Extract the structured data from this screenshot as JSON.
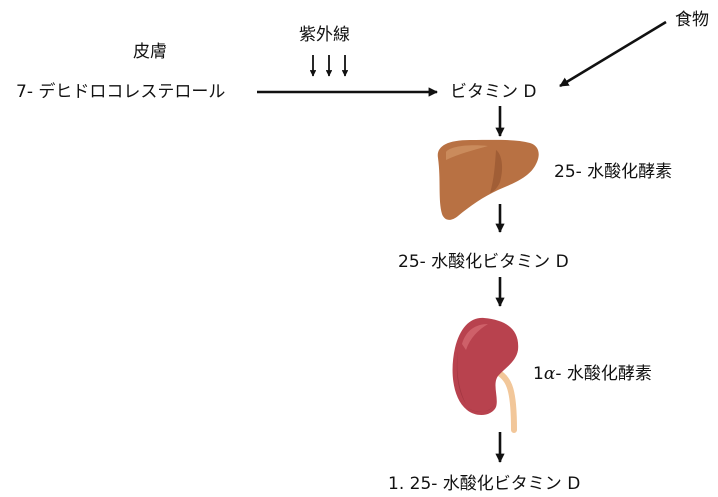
{
  "labels": {
    "skin": "皮膚",
    "uv": "紫外線",
    "food": "食物",
    "precursor": "7- デヒドロコレステロール",
    "vitamin_d": "ビタミン D",
    "liver_enzyme": "25- 水酸化酵素",
    "calcidiol": "25- 水酸化ビタミン D",
    "kidney_enzyme_prefix": "1",
    "kidney_enzyme_alpha": "α",
    "kidney_enzyme_suffix": "- 水酸化酵素",
    "calcitriol": "1. 25- 水酸化ビタミン D"
  },
  "icons": {
    "liver": "liver-icon",
    "kidney": "kidney-icon"
  },
  "colors": {
    "liver_fill": "#B87143",
    "liver_shadow": "#8E4F2B",
    "liver_highlight": "#D49A6A",
    "kidney_fill": "#B8424E",
    "kidney_shadow": "#8E2B37",
    "kidney_highlight": "#D66B73",
    "ureter": "#F2C79A",
    "arrow": "#111111"
  }
}
